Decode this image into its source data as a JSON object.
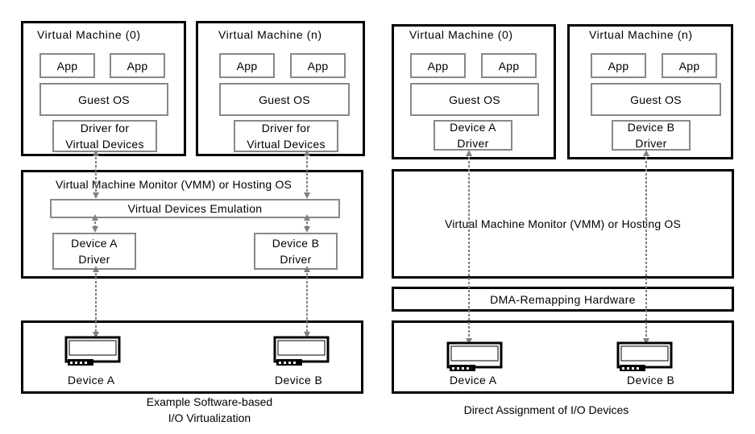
{
  "left": {
    "vm0": {
      "title": "Virtual Machine (0)",
      "app1": "App",
      "app2": "App",
      "guest_os": "Guest OS",
      "driver_line1": "Driver for",
      "driver_line2": "Virtual Devices"
    },
    "vmn": {
      "title": "Virtual Machine (n)",
      "app1": "App",
      "app2": "App",
      "guest_os": "Guest OS",
      "driver_line1": "Driver for",
      "driver_line2": "Virtual Devices"
    },
    "vmm": {
      "title": "Virtual Machine Monitor (VMM) or Hosting OS",
      "emulation": "Virtual Devices Emulation",
      "driver_a_line1": "Device A",
      "driver_a_line2": "Driver",
      "driver_b_line1": "Device B",
      "driver_b_line2": "Driver"
    },
    "devices": {
      "device_a": "Device A",
      "device_b": "Device B"
    },
    "caption_line1": "Example Software-based",
    "caption_line2": "I/O Virtualization"
  },
  "right": {
    "vm0": {
      "title": "Virtual Machine (0)",
      "app1": "App",
      "app2": "App",
      "guest_os": "Guest OS",
      "driver_line1": "Device A",
      "driver_line2": "Driver"
    },
    "vmn": {
      "title": "Virtual Machine (n)",
      "app1": "App",
      "app2": "App",
      "guest_os": "Guest OS",
      "driver_line1": "Device B",
      "driver_line2": "Driver"
    },
    "vmm": {
      "title": "Virtual Machine Monitor (VMM) or Hosting OS"
    },
    "dma": "DMA-Remapping Hardware",
    "devices": {
      "device_a": "Device A",
      "device_b": "Device B"
    },
    "caption": "Direct Assignment of I/O Devices"
  },
  "colors": {
    "box_border": "#000000",
    "inner_border": "#888888",
    "arrow": "#808080"
  },
  "icons": {
    "device": "io-card-icon"
  }
}
